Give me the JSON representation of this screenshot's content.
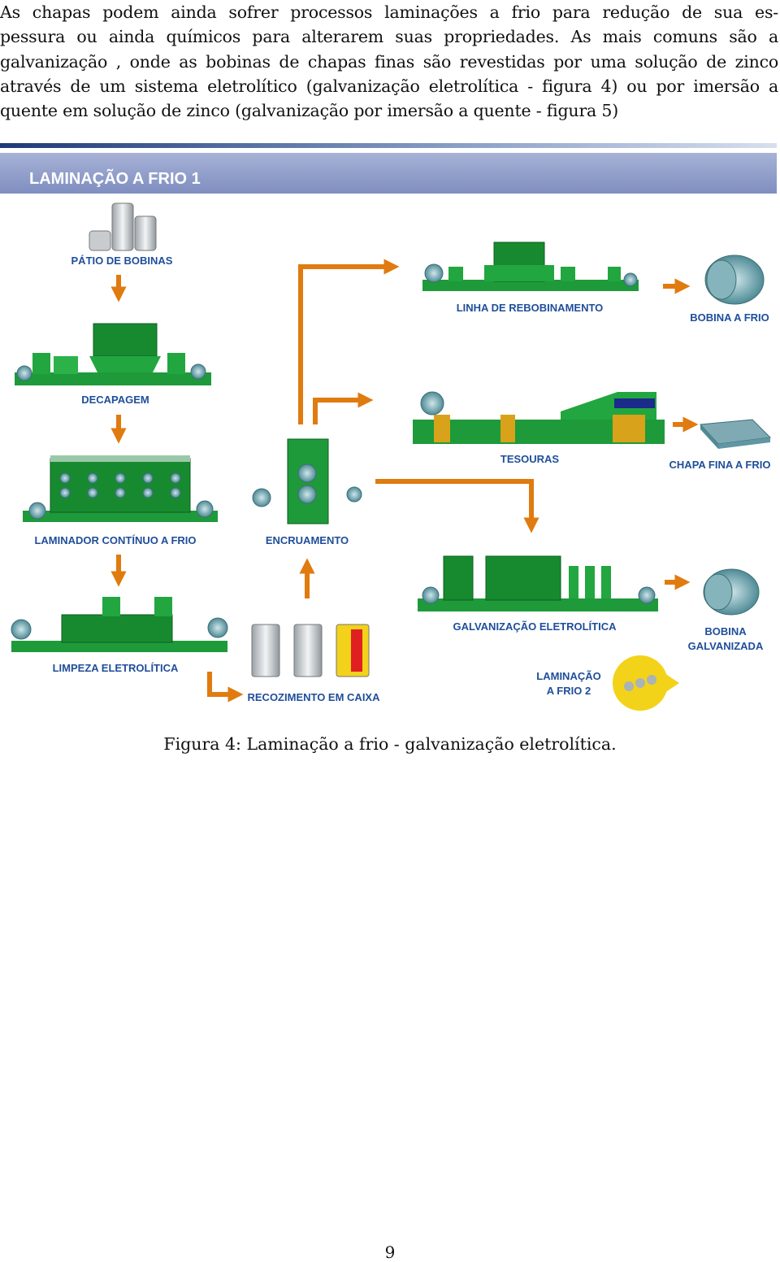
{
  "paragraph": {
    "lines": [
      "As chapas podem ainda sofrer processos laminações a frio para redução de sua es-",
      "pessura ou ainda químicos para alterarem suas propriedades.  As mais comuns são a",
      "galvanização , onde as bobinas de chapas finas são revestidas por uma solução de zinco",
      "através de um sistema eletrolítico (galvanização eletrolítica - figura 4) ou por imersão a",
      "quente em solução de zinco (galvanização por imersão a quente - figura 5)"
    ]
  },
  "figure": {
    "banner_title": "LAMINAÇÃO A FRIO 1",
    "labels": {
      "patio": "PÁTIO DE BOBINAS",
      "decapagem": "DECAPAGEM",
      "laminador": "LAMINADOR CONTÍNUO A FRIO",
      "limpeza": "LIMPEZA ELETROLÍTICA",
      "recozimento": "RECOZIMENTO EM CAIXA",
      "encruamento": "ENCRUAMENTO",
      "rebobinamento": "LINHA DE  REBOBINAMENTO",
      "bobina_frio": "BOBINA A FRIO",
      "tesouras": "TESOURAS",
      "chapa_fina": "CHAPA FINA A FRIO",
      "galvanizacao": "GALVANIZAÇÃO ELETROLÍTICA",
      "bobina_galv_1": "BOBINA",
      "bobina_galv_2": "GALVANIZADA",
      "lam2_1": "LAMINAÇÃO",
      "lam2_2": "A FRIO 2"
    },
    "colors": {
      "banner": "#8f9dc8",
      "machine_green": "#1e9a3a",
      "arrow_orange": "#e07b10",
      "label_blue": "#1f4e9a",
      "steel": "#6fa0a8"
    }
  },
  "caption": "Figura 4: Laminação a frio - galvanização eletrolítica.",
  "page_number": "9"
}
